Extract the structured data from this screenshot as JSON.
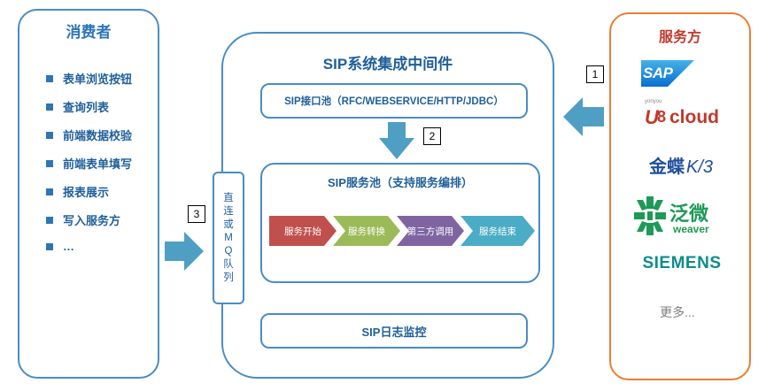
{
  "consumer": {
    "title": "消费者",
    "items": [
      "表单浏览按钮",
      "查询列表",
      "前端数据校验",
      "前端表单填写",
      "报表展示",
      "写入服务方",
      "…"
    ]
  },
  "provider": {
    "title": "服务方",
    "logos": {
      "sap": "SAP",
      "u8_small": "yonyou",
      "u8_u": "U",
      "u8_8": "8",
      "u8_cloud": "cloud",
      "kingdee_zh": "金蝶",
      "kingdee_en": "K/3",
      "weaver_zh": "泛微",
      "weaver_en": "weaver",
      "siemens": "SIEMENS"
    },
    "more": "更多..."
  },
  "middleware": {
    "title": "SIP系统集成中间件",
    "interface_pool": "SIP接口池（RFC/WEBSERVICE/HTTP/JDBC）",
    "service_pool_title": "SIP服务池（支持服务编排）",
    "log_monitor": "SIP日志监控",
    "mq_label": "直连或MQ队列"
  },
  "flow_steps": [
    "服务开始",
    "服务转换",
    "第三方调用",
    "服务结束"
  ],
  "tags": {
    "provider_to_pool": "1",
    "pool_to_service": "2",
    "consumer_to_mq": "3"
  },
  "colors": {
    "panel_border": "#4a8cc4",
    "provider_border": "#ed7d31",
    "arrow": "#4f9fc4",
    "step_colors": [
      "#c0504d",
      "#9bbb59",
      "#8064a2",
      "#4bacc6"
    ]
  }
}
